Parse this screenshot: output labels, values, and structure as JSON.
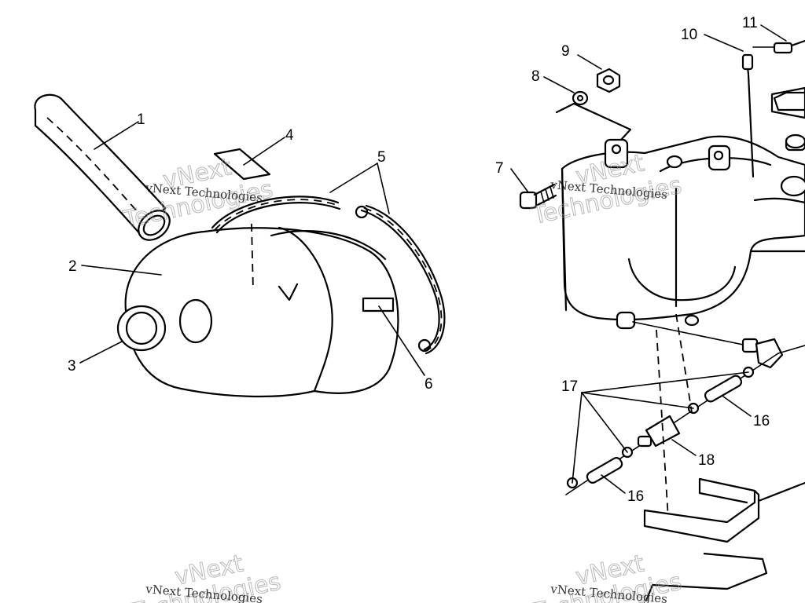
{
  "diagram": {
    "callouts": [
      "1",
      "2",
      "3",
      "4",
      "5",
      "6",
      "7",
      "8",
      "9",
      "10",
      "11",
      "16",
      "17",
      "18",
      "16"
    ]
  },
  "watermark": {
    "label": "vNext Technologies",
    "big_top": "vNext",
    "big_bottom": "Technologies"
  }
}
